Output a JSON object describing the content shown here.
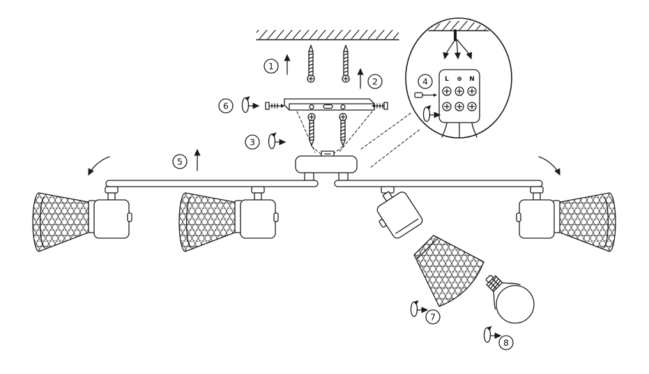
{
  "diagram": {
    "steps": [
      "1",
      "2",
      "3",
      "4",
      "5",
      "6",
      "7",
      "8"
    ],
    "terminal": {
      "labels": [
        "L",
        "⊕",
        "N"
      ]
    },
    "colors": {
      "line": "#1a1a1a",
      "background": "#ffffff"
    },
    "icons": {
      "rotate": "rotate-screw-icon",
      "up_arrow": "up-arrow-icon",
      "swivel": "curved-swivel-arrow-icon",
      "down_arrow": "wire-insert-arrow-icon"
    }
  }
}
